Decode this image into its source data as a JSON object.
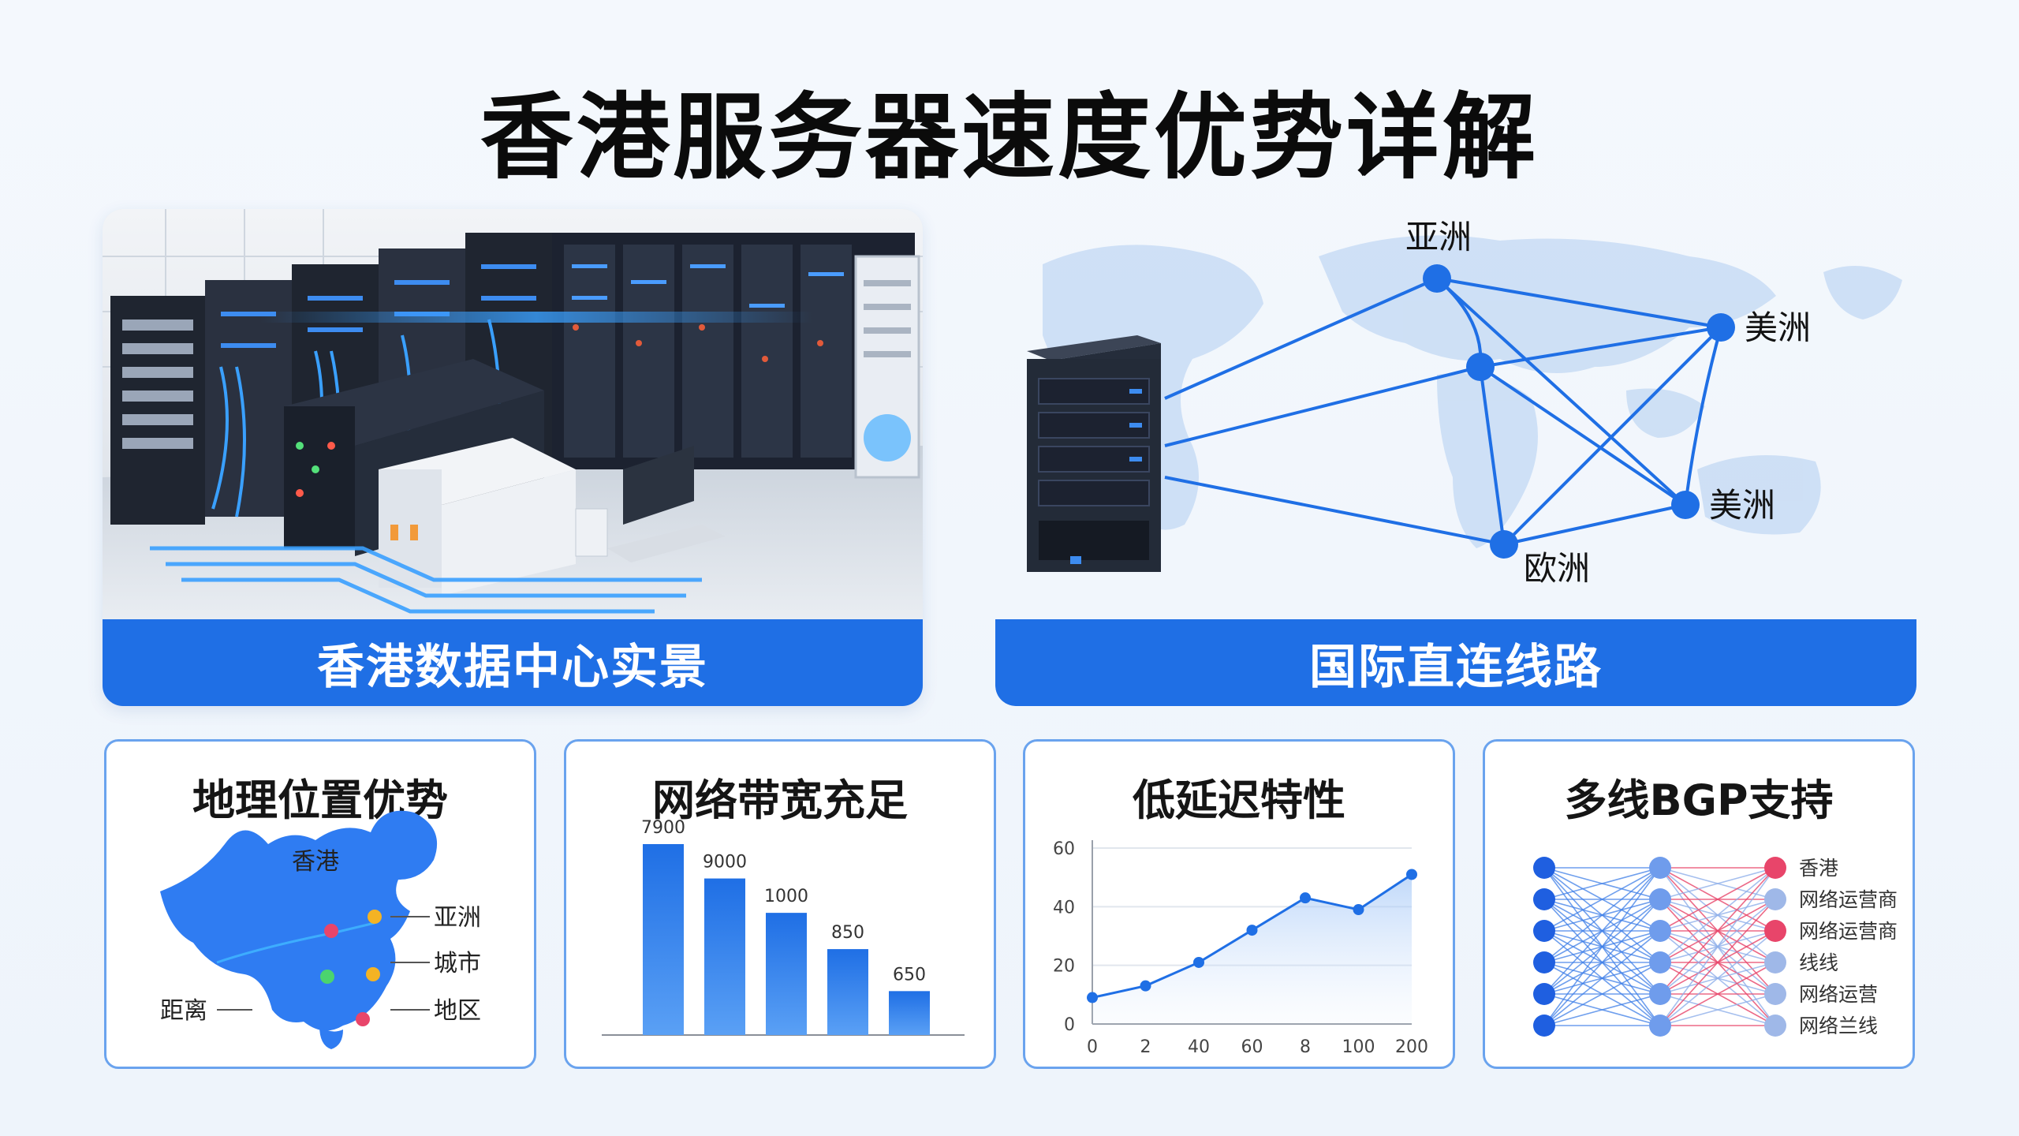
{
  "page": {
    "title": "香港服务器速度优势详解"
  },
  "hero_left": {
    "banner": "香港数据中心实景"
  },
  "hero_right": {
    "banner": "国际直连线路",
    "nodes": {
      "asia": "亚洲",
      "america_1": "美洲",
      "america_2": "美洲",
      "europe": "欧洲"
    }
  },
  "cards": {
    "geo": {
      "title": "地理位置优势",
      "labels": {
        "hongkong": "香港",
        "asia": "亚洲",
        "city": "城市",
        "distance": "距离",
        "region": "地区"
      }
    },
    "bandwidth": {
      "title": "网络带宽充足",
      "bar_labels": [
        "7900",
        "9000",
        "1000",
        "850",
        "650"
      ]
    },
    "latency": {
      "title": "低延迟特性",
      "y_ticks": [
        "60",
        "40",
        "20",
        "0"
      ],
      "x_ticks": [
        "0",
        "2",
        "40",
        "60",
        "8",
        "100",
        "200"
      ]
    },
    "bgp": {
      "title": "多线BGP支持",
      "legend": [
        "香港",
        "网络运营商",
        "网络运营商",
        "线线",
        "网络运营",
        "网络兰线"
      ]
    }
  },
  "chart_data": [
    {
      "type": "bar",
      "values": [
        1.0,
        0.82,
        0.64,
        0.45,
        0.23
      ],
      "data_labels": [
        "7900",
        "9000",
        "1000",
        "850",
        "650"
      ],
      "color": "#1f6fe5"
    },
    {
      "type": "line",
      "x_tick_labels": [
        "0",
        "2",
        "40",
        "60",
        "8",
        "100",
        "200"
      ],
      "y": [
        9,
        13,
        21,
        32,
        43,
        39,
        51
      ],
      "ylim": [
        0,
        60
      ],
      "grid": true,
      "color": "#1f6fe5"
    }
  ],
  "colors": {
    "accent": "#1f6fe5",
    "card_border": "#6aa3ee",
    "map_fill": "#2f7cf2",
    "bgp_red": "#e8456a",
    "bgp_node_light": "#9fb8e8"
  }
}
